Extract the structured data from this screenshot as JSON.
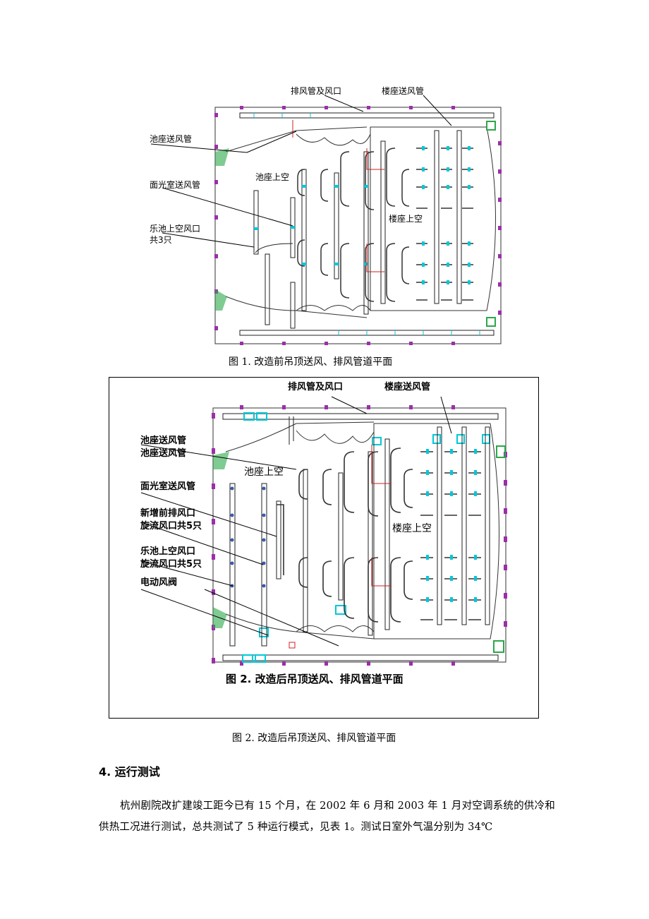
{
  "figure1": {
    "labels": {
      "exhaust_duct": "排风管及风口",
      "balcony_supply": "楼座送风管",
      "stall_supply": "池座送风管",
      "lighting_room_supply": "面光室送风管",
      "orchestra_pit_outlet": "乐池上空风口",
      "outlet_count": "共3只",
      "stall_ceiling": "池座上空",
      "balcony_ceiling": "楼座上空"
    },
    "caption": "图 1. 改造前吊顶送风、排风管道平面"
  },
  "figure2": {
    "labels": {
      "exhaust_duct": "排风管及风口",
      "balcony_supply": "楼座送风管",
      "stall_supply_1": "池座送风管",
      "stall_supply_2": "池座送风管",
      "lighting_room_supply": "面光室送风管",
      "new_front_exhaust": "新增前排风口",
      "swirl_outlets_1": "旋流风口共5只",
      "orchestra_pit_outlet": "乐池上空风口",
      "swirl_outlets_2": "旋流风口共5只",
      "electric_damper": "电动风阀",
      "stall_ceiling": "池座上空",
      "balcony_ceiling": "楼座上空"
    },
    "inner_caption": "图 2. 改造后吊顶送风、排风管道平面",
    "caption": "图 2. 改造后吊顶送风、排风管道平面"
  },
  "section": {
    "heading": "4.  运行测试",
    "paragraph": "杭州剧院改扩建竣工距今已有 15 个月，在 2002 年 6 月和 2003 年 1 月对空调系统的供冷和供热工况进行测试，总共测试了 5 种运行模式，见表 1。测试日室外气温分别为 34℃"
  },
  "colors": {
    "duct_line": "#1a1a1a",
    "vent_cyan": "#00c8d8",
    "column_purple": "#9b2fa8",
    "seat_green": "#2aa84a",
    "red_duct": "#d02020"
  }
}
